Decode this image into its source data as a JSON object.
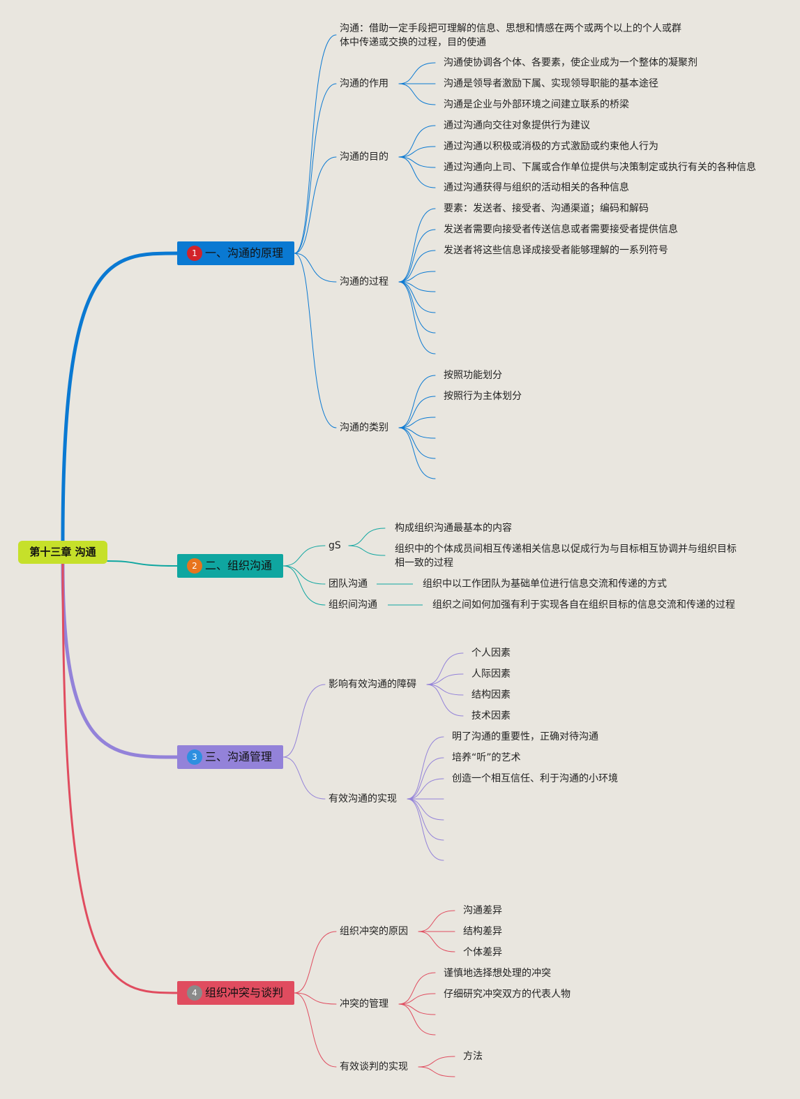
{
  "colors": {
    "background": "#e9e6df",
    "root": "#c6e02a",
    "branch1": "#0a79d2",
    "branch2": "#0fa6a0",
    "branch3": "#9382d9",
    "branch4": "#e04c5f"
  },
  "root": {
    "label": "第十三章 沟通"
  },
  "branches": [
    {
      "number": "1",
      "label": "一、沟通的原理",
      "children": [
        {
          "label": "沟通：借助一定手段把可理解的信息、思想和情感在两个或两个以上的个人或群体中传递或交换的过程，目的使通"
        },
        {
          "label": "沟通的作用",
          "children": [
            "沟通使协调各个体、各要素，使企业成为一个整体的凝聚剂",
            "沟通是领导者激励下属、实现领导职能的基本途径",
            "沟通是企业与外部环境之间建立联系的桥梁"
          ]
        },
        {
          "label": "沟通的目的",
          "children": [
            "通过沟通向交往对象提供行为建议",
            "通过沟通以积极或消极的方式激励或约束他人行为",
            "通过沟通向上司、下属或合作单位提供与决策制定或执行有关的各种信息",
            "通过沟通获得与组织的活动相关的各种信息"
          ]
        },
        {
          "label": "沟通的过程",
          "children": [
            "要素：发送者、接受者、沟通渠道；编码和解码",
            "发送者需要向接受者传送信息或者需要接受者提供信息",
            "发送者将这些信息译成接受者能够理解的一系列符号",
            "",
            "",
            "",
            "",
            ""
          ]
        },
        {
          "label": "沟通的类别",
          "children": [
            "按照功能划分",
            "按照行为主体划分",
            "",
            "",
            "",
            ""
          ]
        }
      ]
    },
    {
      "number": "2",
      "label": "二、组织沟通",
      "children": [
        {
          "label": "gS",
          "children": [
            "构成组织沟通最基本的内容",
            "组织中的个体成员间相互传递相关信息以促成行为与目标相互协调并与组织目标相一致的过程"
          ]
        },
        {
          "label": "团队沟通",
          "children": [
            "组织中以工作团队为基础单位进行信息交流和传递的方式"
          ]
        },
        {
          "label": "组织间沟通",
          "children": [
            "组织之间如何加强有利于实现各自在组织目标的信息交流和传递的过程"
          ]
        }
      ]
    },
    {
      "number": "3",
      "label": "三、沟通管理",
      "children": [
        {
          "label": "影响有效沟通的障碍",
          "children": [
            "个人因素",
            "人际因素",
            "结构因素",
            "技术因素"
          ]
        },
        {
          "label": "有效沟通的实现",
          "children": [
            "明了沟通的重要性，正确对待沟通",
            "培养“听”的艺术",
            "创造一个相互信任、利于沟通的小环境",
            "",
            "",
            "",
            ""
          ]
        }
      ]
    },
    {
      "number": "4",
      "label": "组织冲突与谈判",
      "children": [
        {
          "label": "组织冲突的原因",
          "children": [
            "沟通差异",
            "结构差异",
            "个体差异"
          ]
        },
        {
          "label": "冲突的管理",
          "children": [
            "谨慎地选择想处理的冲突",
            "仔细研究冲突双方的代表人物",
            "",
            ""
          ]
        },
        {
          "label": "有效谈判的实现",
          "children": [
            "方法",
            ""
          ]
        }
      ]
    }
  ]
}
